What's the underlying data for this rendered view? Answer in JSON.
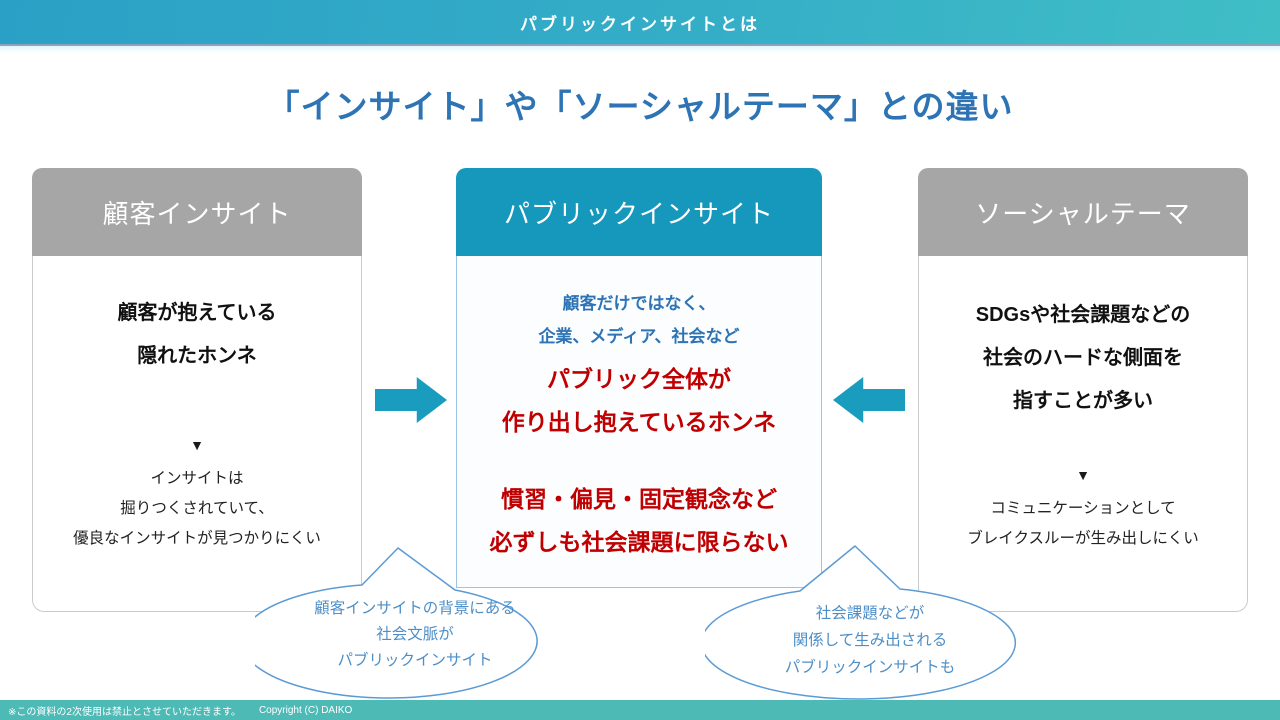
{
  "slide": {
    "header": {
      "title": "パブリックインサイトとは"
    },
    "title": "「インサイト」や「ソーシャルテーマ」との違い",
    "columns": {
      "customer": {
        "header": "顧客インサイト",
        "main": [
          "顧客が抱えている",
          "隠れたホンネ"
        ],
        "marker": "▼",
        "sub": [
          "インサイトは",
          "掘りつくされていて、",
          "優良なインサイトが見つかりにくい"
        ]
      },
      "public": {
        "header": "パブリックインサイト",
        "lead": [
          "顧客だけではなく、",
          "企業、メディア、社会など"
        ],
        "emphasis1": [
          "パブリック全体が",
          "作り出し抱えているホンネ"
        ],
        "emphasis2": [
          "慣習・偏見・固定観念など",
          "必ずしも社会課題に限らない"
        ]
      },
      "social": {
        "header": "ソーシャルテーマ",
        "main": [
          "SDGsや社会課題などの",
          "社会のハードな側面を",
          "指すことが多い"
        ],
        "marker": "▼",
        "sub": [
          "コミュニケーションとして",
          "ブレイクスルーが生み出しにくい"
        ]
      }
    },
    "bubbles": {
      "left": [
        "顧客インサイトの背景にある",
        "社会文脈が",
        "パブリックインサイト"
      ],
      "right": [
        "社会課題などが",
        "関係して生み出される",
        "パブリックインサイトも"
      ]
    },
    "footer": {
      "notice": "※この資料の2次使用は禁止とさせていただきます。",
      "copyright": "Copyright (C) DAIKO"
    }
  },
  "colors": {
    "top_bar_gradient_start": "#2ba0c6",
    "top_bar_gradient_end": "#40bec6",
    "accent_teal": "#1697bc",
    "header_gray": "#a6a6a6",
    "title_blue": "#2e74b5",
    "emphasis_red": "#c00000",
    "bubble_blue": "#5b9bd5",
    "arrow_teal": "#199cbe",
    "footer_teal": "#4dbab5"
  }
}
